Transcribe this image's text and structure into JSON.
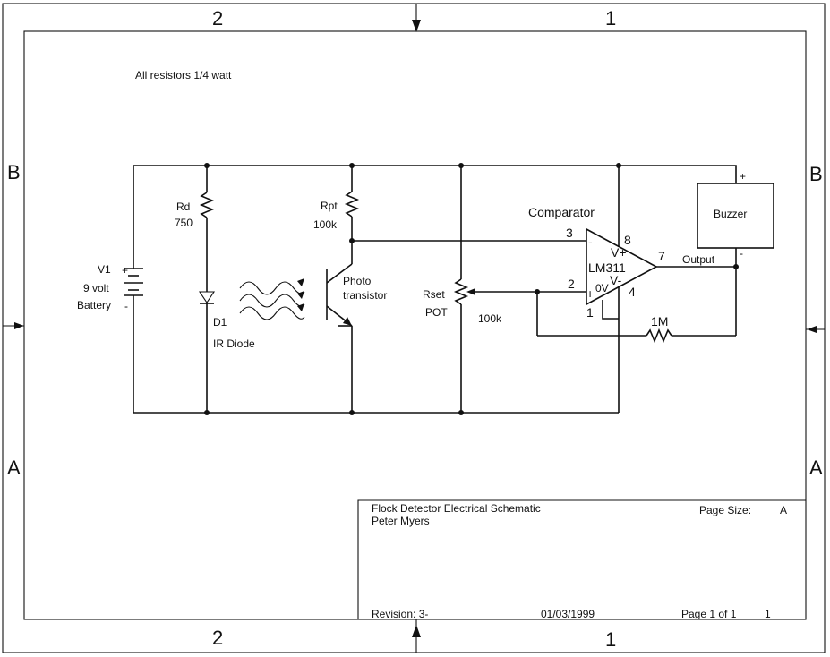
{
  "zones": {
    "top_left": "2",
    "top_right": "1",
    "bottom_left": "2",
    "bottom_right": "1",
    "left_upper": "B",
    "left_lower": "A",
    "right_upper": "B",
    "right_lower": "A"
  },
  "note": "All resistors 1/4 watt",
  "battery": {
    "ref": "V1",
    "value": "9 volt",
    "name": "Battery",
    "plus": "+",
    "minus": "-"
  },
  "rd": {
    "ref": "Rd",
    "value": "750"
  },
  "d1": {
    "ref": "D1",
    "name": "IR Diode"
  },
  "rpt": {
    "ref": "Rpt",
    "value": "100k"
  },
  "phototransistor": {
    "line1": "Photo",
    "line2": "transistor"
  },
  "rset": {
    "ref": "Rset",
    "type": "POT",
    "value": "100k"
  },
  "comparator": {
    "title": "Comparator",
    "part": "LM311",
    "pin3": "3",
    "pin2": "2",
    "pin8": "8",
    "pin7": "7",
    "pin4": "4",
    "pin1": "1",
    "vplus": "V+",
    "vminus": "V-",
    "zero_v": "0V",
    "inv": "-",
    "noninv": "+"
  },
  "rf": {
    "value": "1M"
  },
  "output_label": "Output",
  "buzzer": {
    "label": "Buzzer",
    "plus": "+",
    "minus": "-"
  },
  "title_block": {
    "title": "Flock Detector Electrical Schematic",
    "author": "Peter Myers",
    "page_size_label": "Page Size:",
    "page_size_value": "A",
    "revision": "Revision: 3-",
    "date": "01/03/1999",
    "page": "Page  1 of 1",
    "page_num": "1"
  }
}
